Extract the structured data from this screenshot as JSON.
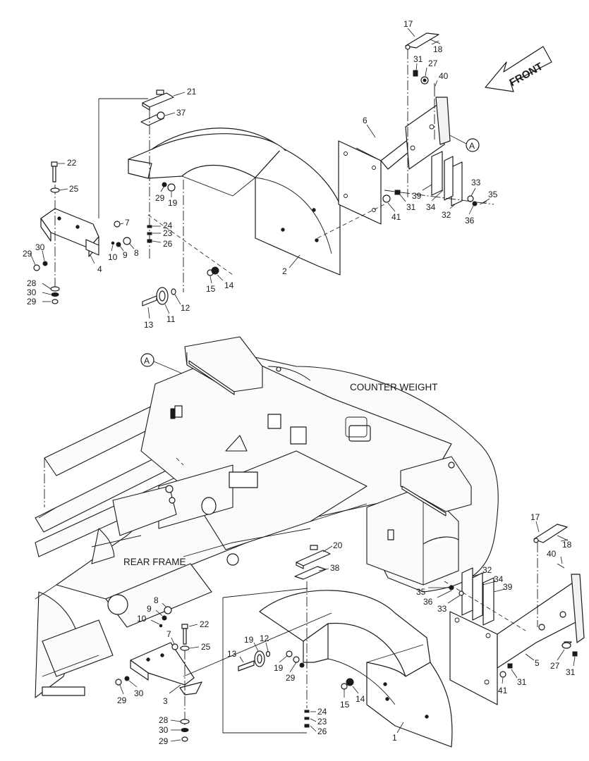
{
  "annotations": {
    "front": "FRONT",
    "counter_weight": "COUNTER WEIGHT",
    "rear_frame": "REAR FRAME",
    "detail_ref_top": "A",
    "detail_ref_bottom": "A"
  },
  "top_callouts": [
    "17",
    "18",
    "31",
    "27",
    "40",
    "6",
    "21",
    "37",
    "22",
    "25",
    "29",
    "19",
    "39",
    "31",
    "34",
    "41",
    "33",
    "35",
    "32",
    "36",
    "7",
    "24",
    "23",
    "26",
    "29",
    "30",
    "10",
    "9",
    "8",
    "4",
    "2",
    "28",
    "30",
    "29",
    "15",
    "14",
    "13",
    "11",
    "12"
  ],
  "bottom_callouts": [
    "20",
    "38",
    "17",
    "18",
    "40",
    "32",
    "34",
    "39",
    "35",
    "36",
    "33",
    "8",
    "9",
    "10",
    "22",
    "7",
    "25",
    "19",
    "12",
    "13",
    "19",
    "29",
    "5",
    "27",
    "31",
    "41",
    "31",
    "29",
    "30",
    "3",
    "15",
    "14",
    "28",
    "30",
    "29",
    "24",
    "23",
    "26",
    "1"
  ]
}
